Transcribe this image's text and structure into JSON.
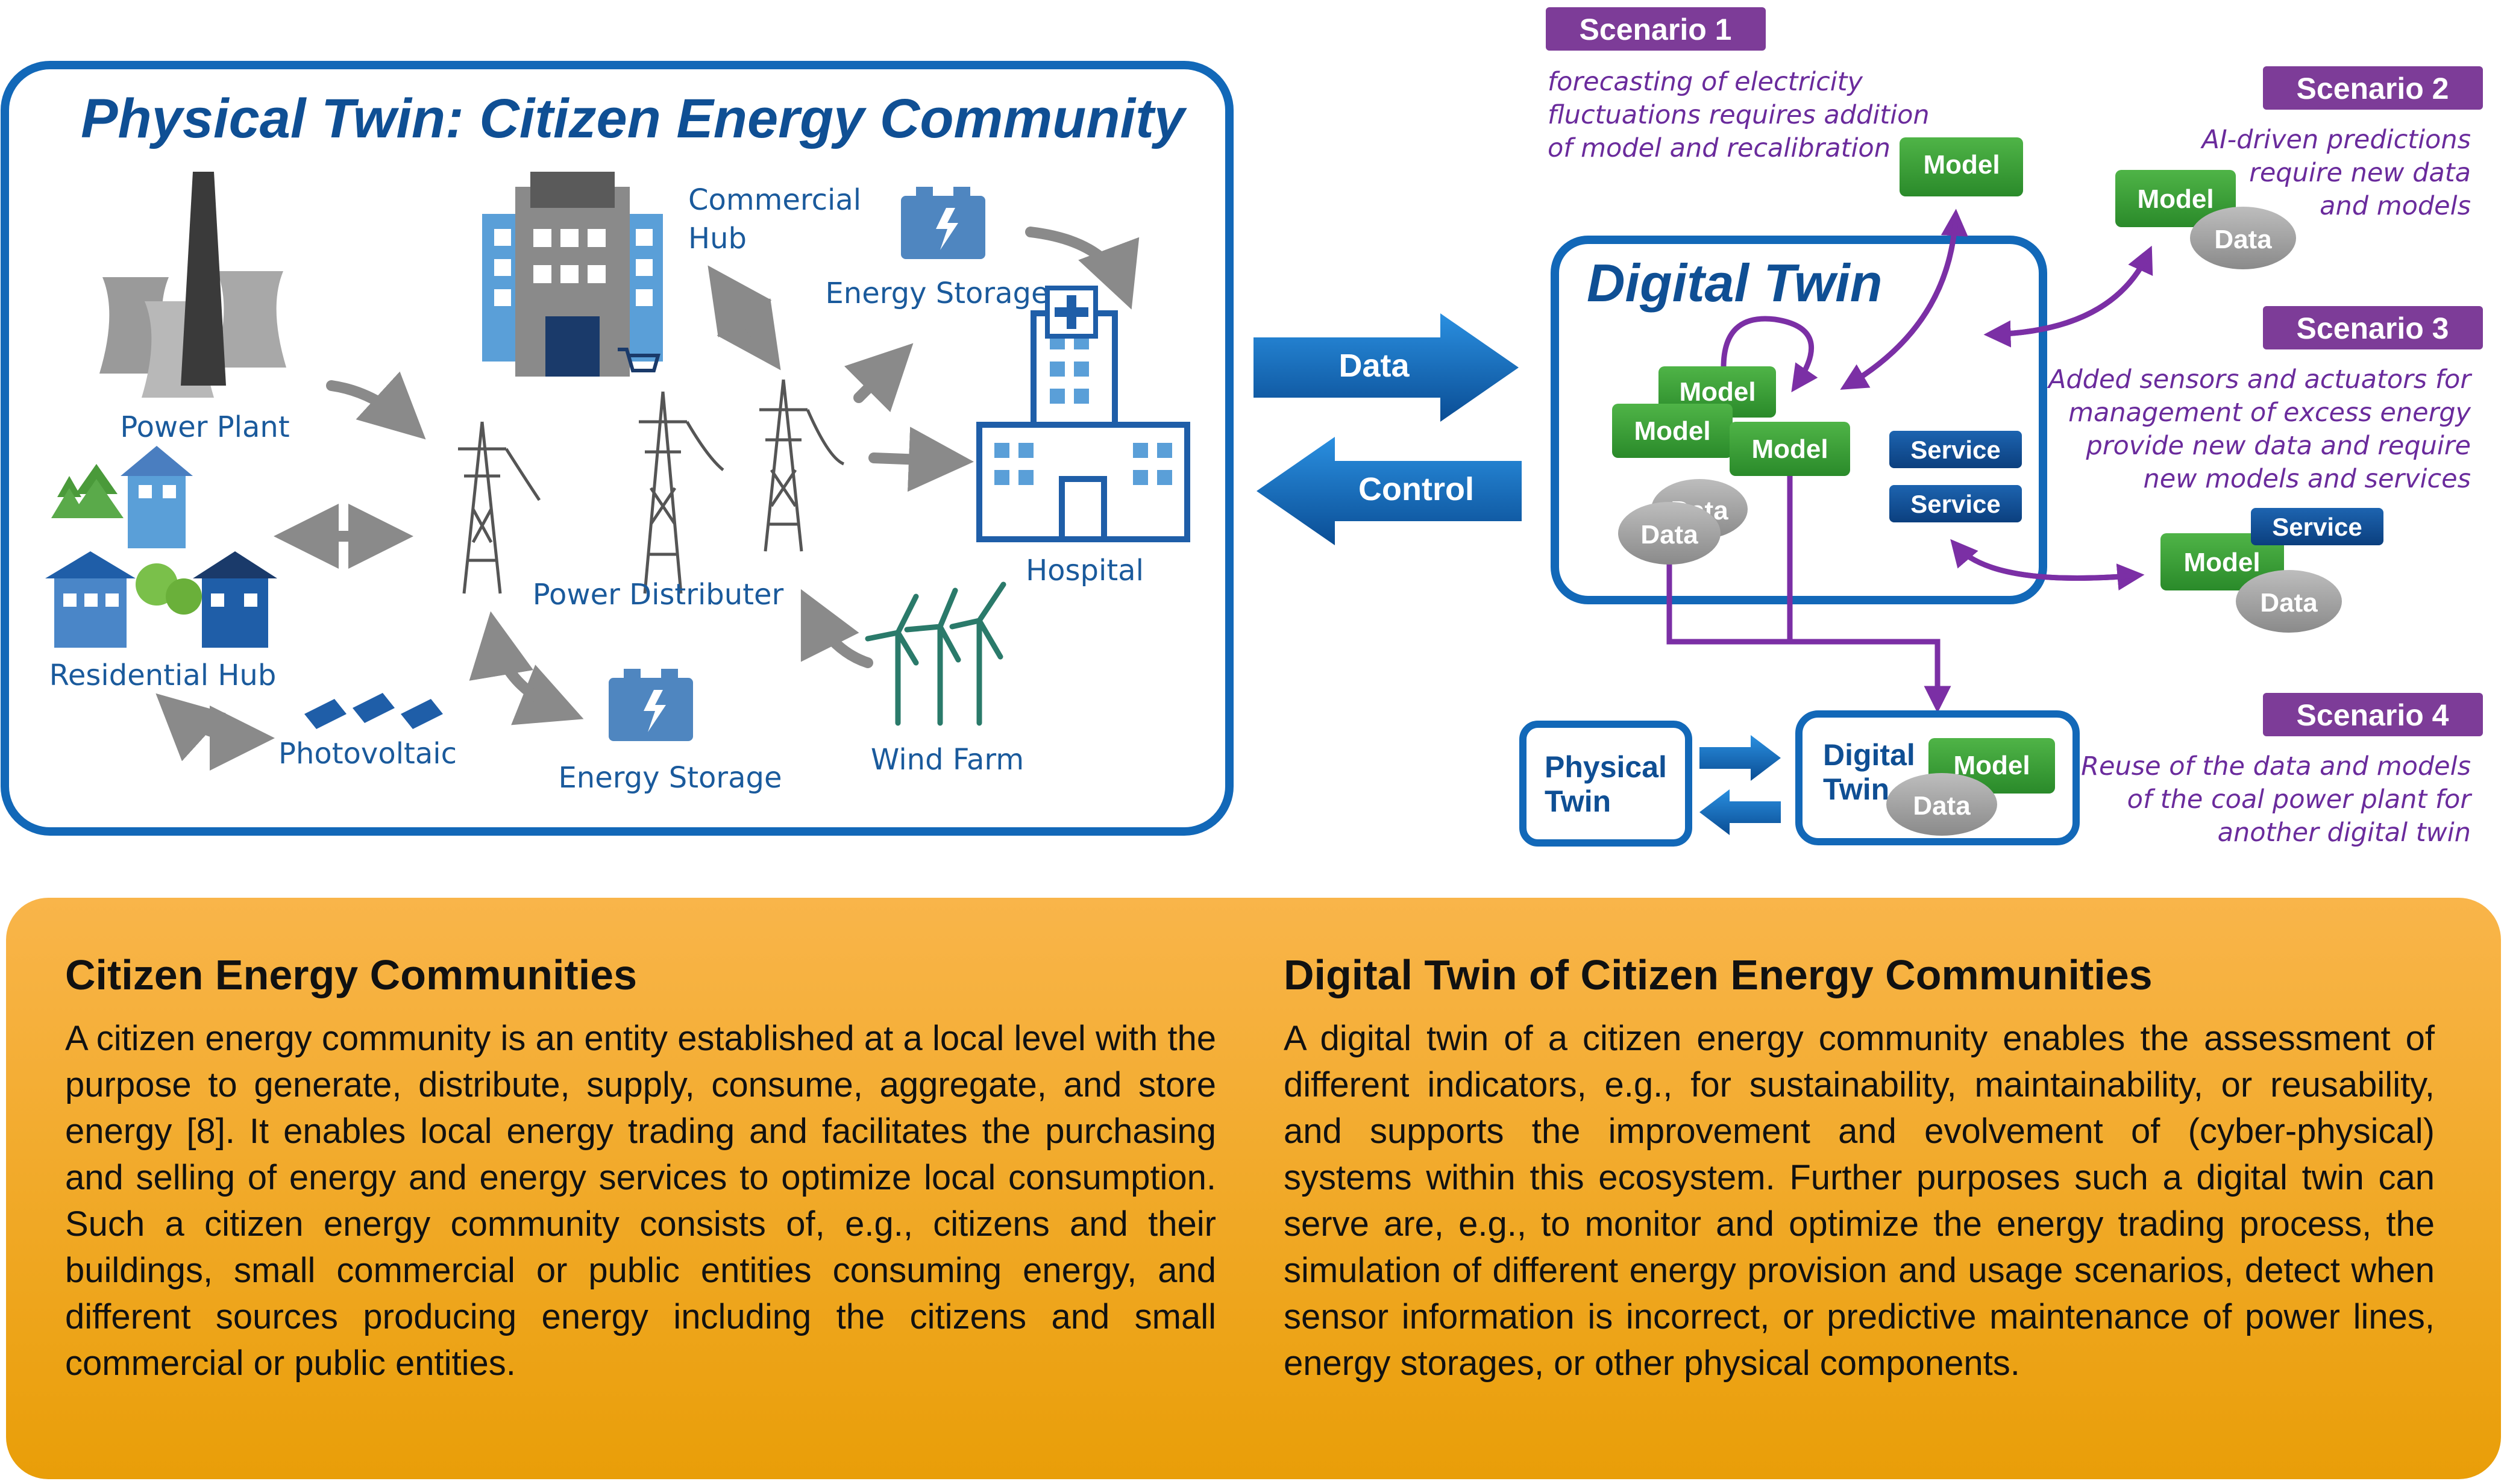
{
  "physical": {
    "title": "Physical Twin: Citizen Energy Community",
    "labels": {
      "power_plant": "Power Plant",
      "commercial_hub_1": "Commercial",
      "commercial_hub_2": "Hub",
      "energy_storage_top": "Energy Storage",
      "hospital": "Hospital",
      "residential_hub": "Residential Hub",
      "power_distributer": "Power Distributer",
      "photovoltaic": "Photovoltaic",
      "energy_storage_bottom": "Energy Storage",
      "wind_farm": "Wind Farm"
    }
  },
  "flow": {
    "data": "Data",
    "control": "Control"
  },
  "digital": {
    "title": "Digital Twin",
    "model": "Model",
    "data": "Data",
    "service": "Service"
  },
  "scenarios": [
    {
      "name": "Scenario 1",
      "lines": [
        "forecasting of electricity",
        "fluctuations requires addition",
        "of model and recalibration"
      ]
    },
    {
      "name": "Scenario 2",
      "lines": [
        "AI-driven predictions",
        "require new data",
        "and models"
      ]
    },
    {
      "name": "Scenario 3",
      "lines": [
        "Added sensors and actuators for",
        "management of excess energy",
        "provide new data and require",
        "new models and services"
      ]
    },
    {
      "name": "Scenario 4",
      "lines": [
        "Reuse of the data and models",
        "of the coal power plant for",
        "another digital twin"
      ]
    }
  ],
  "small_twins": {
    "physical_1": "Physical",
    "physical_2": "Twin",
    "digital_1": "Digital",
    "digital_2": "Twin"
  },
  "sections": [
    {
      "heading": "Citizen Energy Communities",
      "body": "A citizen energy community is an entity established at a local level with the purpose to generate, distribute, supply, consume, aggregate, and store energy [8]. It enables local energy trading and facilitates the purchasing and selling of energy and energy services to optimize local consumption. Such a citizen energy community consists of, e.g., citizens and their buildings, small commercial or public entities consuming energy, and different sources producing energy including the citizens and small commercial or public entities."
    },
    {
      "heading": "Digital Twin of Citizen Energy Communities",
      "body": "A digital twin of a citizen energy community enables the assessment of different indicators, e.g., for sustainability, maintainability, or reusability, and supports the improvement and evolvement of (cyber-physical) systems within this ecosystem. Further purposes such a digital twin can serve are, e.g., to monitor and optimize the energy trading process, the simulation of different energy provision and usage scenarios, detect when sensor information is incorrect, or predictive maintenance of power lines, energy storages, or other physical components."
    }
  ],
  "colors": {
    "blue": "#0f6bb8",
    "dark_blue": "#0f4f94",
    "green": "#3a9a33",
    "purple_tag": "#7d3c98",
    "purple_line": "#7b2fa5",
    "grey": "#a0a0a0",
    "orange": "#f2a11c"
  }
}
